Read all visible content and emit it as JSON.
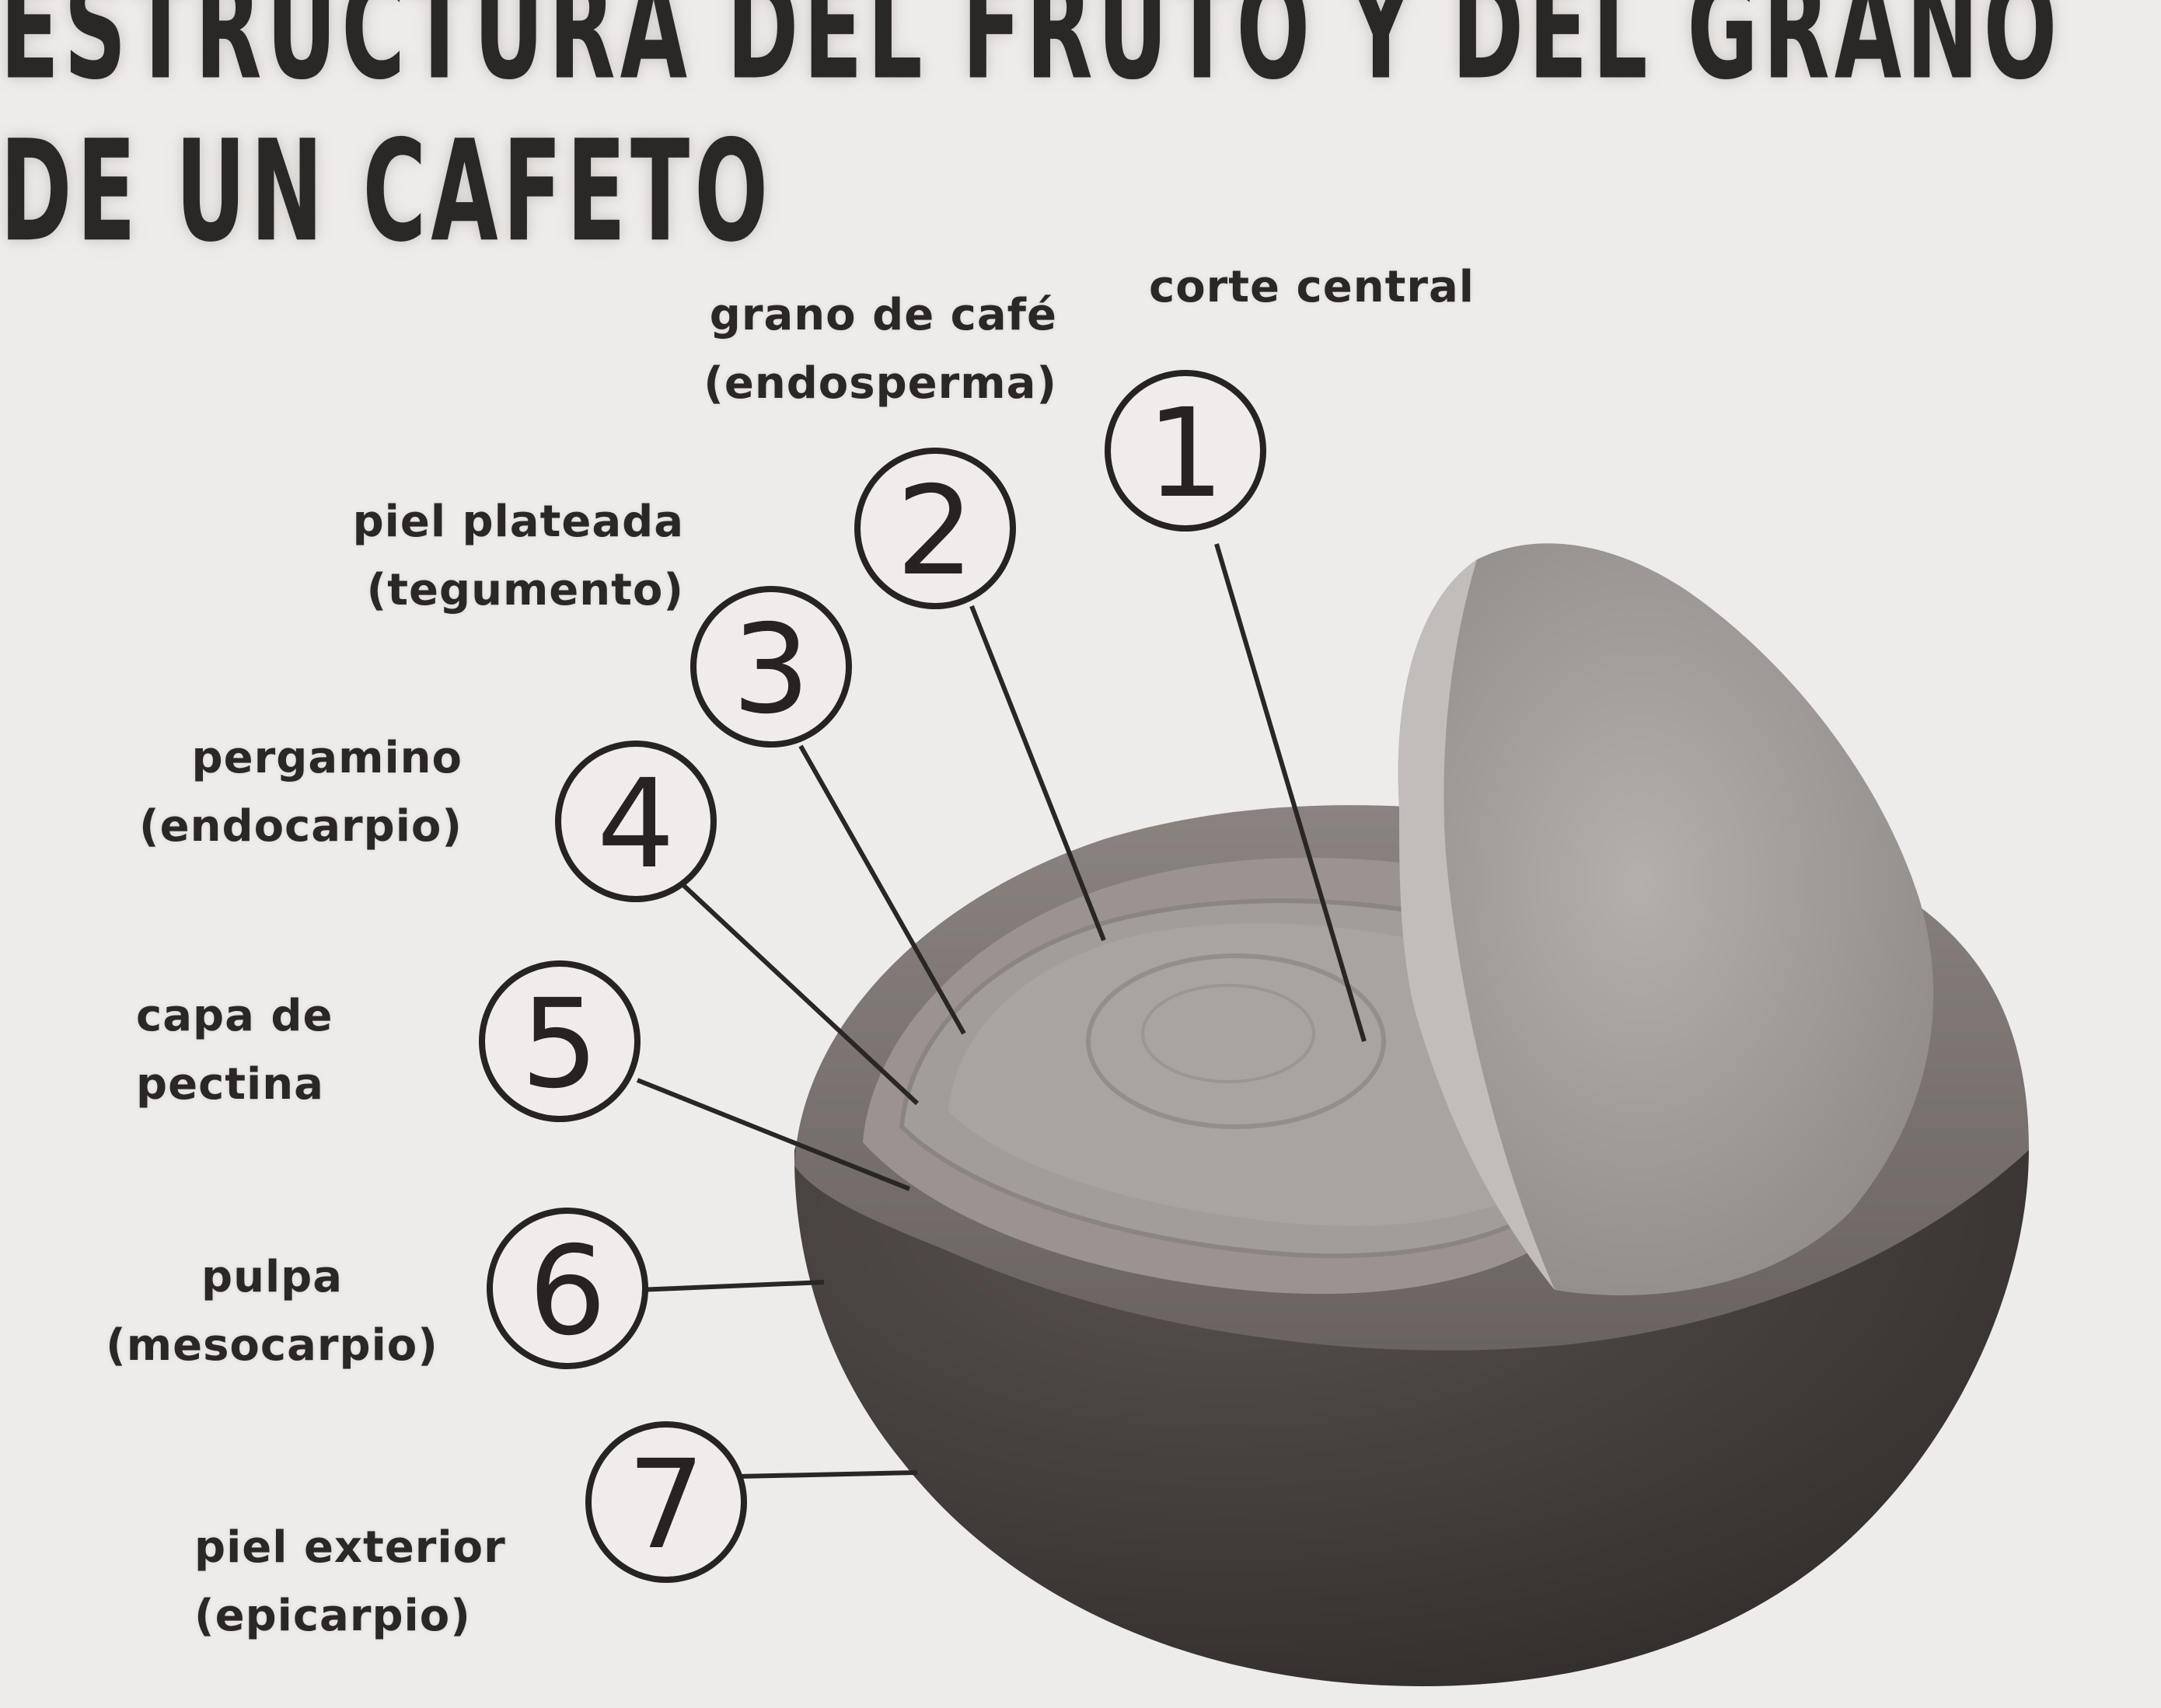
{
  "title": "ESTRUCTURA DEL FRUTO Y DEL GRANO DE UN CAFETO",
  "parts": [
    {
      "number": "1",
      "lines": [
        "corte central"
      ]
    },
    {
      "number": "2",
      "lines": [
        "grano de café",
        "(endosperma)"
      ]
    },
    {
      "number": "3",
      "lines": [
        "piel plateada",
        "(tegumento)"
      ]
    },
    {
      "number": "4",
      "lines": [
        "pergamino",
        "(endocarpio)"
      ]
    },
    {
      "number": "5",
      "lines": [
        "capa de",
        "pectina"
      ]
    },
    {
      "number": "6",
      "lines": [
        "pulpa",
        "(mesocarpio)"
      ]
    },
    {
      "number": "7",
      "lines": [
        "piel exterior",
        "(epicarpio)"
      ]
    }
  ],
  "colors": {
    "background": "#eeeceb",
    "outer_skin": "#3b3532",
    "pulp": "#7a726e",
    "parchment": "#9d9693",
    "bean": "#a9a3a0",
    "bean_half": "#b3aeab",
    "ink": "#262322"
  }
}
